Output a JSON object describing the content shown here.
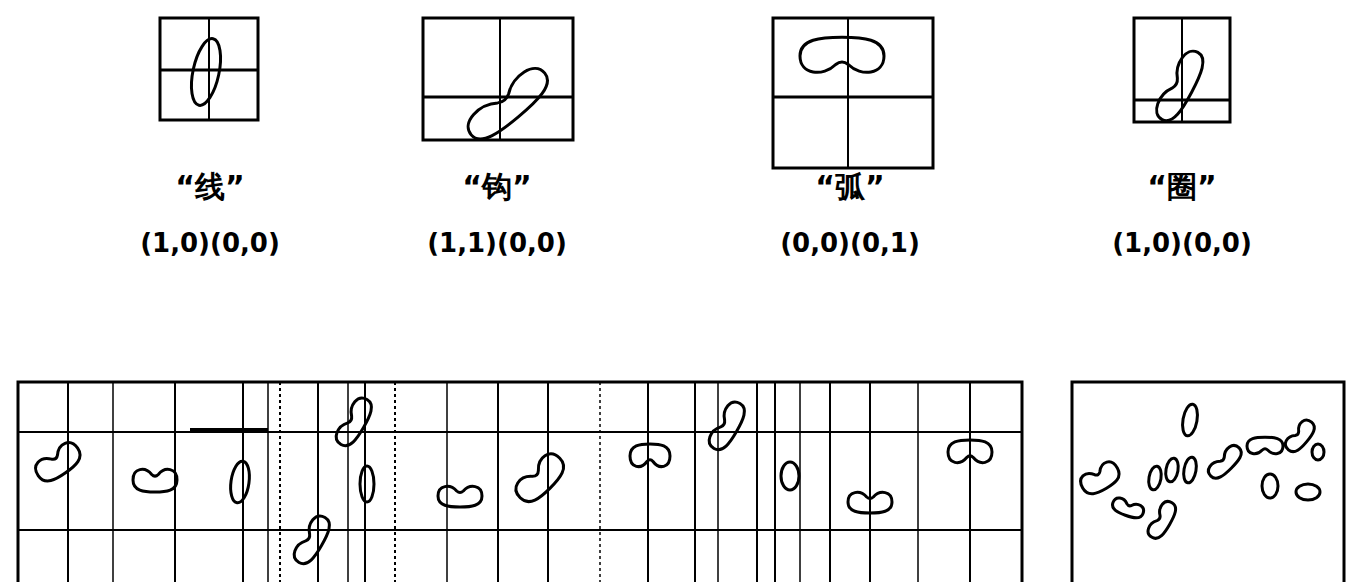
{
  "diagram": {
    "labels": [
      "“线”",
      "(1,0)(0,0)",
      "“钩”",
      "(1,1)(0,0)",
      "“弧”",
      "(0,0)(0,1)",
      "“圈”",
      "(1,0)(0,0)"
    ]
  }
}
